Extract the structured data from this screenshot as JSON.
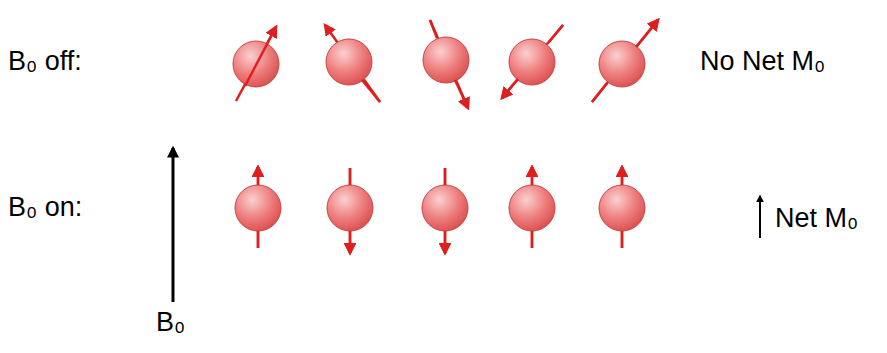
{
  "diagram": {
    "labels": [
      "B₀ off:",
      "No Net M₀",
      "B₀ on:",
      "Net M₀",
      "B₀"
    ]
  }
}
